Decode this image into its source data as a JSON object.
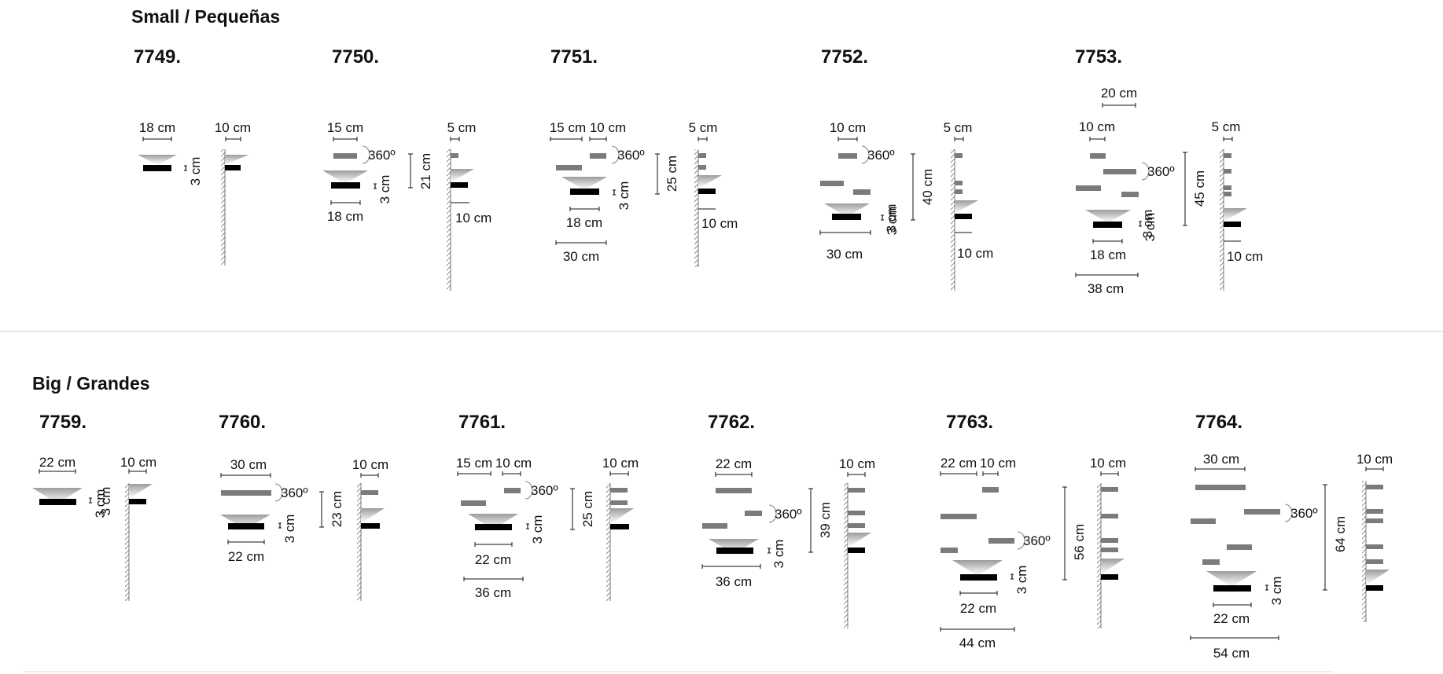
{
  "sections": [
    {
      "title": "Small / Pequeñas",
      "models": [
        {
          "code": "7749.",
          "top_widths": [
            "18 cm"
          ],
          "wall_dim": "10 cm",
          "spacing": "3 cm",
          "base_width": "",
          "total_height": "",
          "footprint_width": "",
          "rotation": "",
          "wall_offset": ""
        },
        {
          "code": "7750.",
          "top_widths": [
            "15 cm"
          ],
          "wall_dim": "5 cm",
          "spacing": "3 cm",
          "base_width": "18 cm",
          "total_height": "21 cm",
          "footprint_width": "",
          "rotation": "360º",
          "wall_offset": "10 cm"
        },
        {
          "code": "7751.",
          "top_widths": [
            "15 cm",
            "10 cm"
          ],
          "wall_dim": "5 cm",
          "spacing": "3 cm",
          "base_width": "18 cm",
          "total_height": "25 cm",
          "footprint_width": "30 cm",
          "rotation": "360º",
          "wall_offset": "10 cm"
        },
        {
          "code": "7752.",
          "top_widths": [
            "10 cm"
          ],
          "wall_dim": "5 cm",
          "spacing": "3 cm",
          "base_width": "",
          "total_height": "40 cm",
          "footprint_width": "30 cm",
          "rotation": "360º",
          "wall_offset": "10 cm"
        },
        {
          "code": "7753.",
          "top_widths": [
            "10 cm"
          ],
          "extra_width": "20 cm",
          "wall_dim": "5 cm",
          "spacing": "3 cm",
          "base_width": "18 cm",
          "total_height": "45 cm",
          "footprint_width": "38 cm",
          "rotation": "360º",
          "wall_offset": "10 cm"
        }
      ]
    },
    {
      "title": "Big / Grandes",
      "models": [
        {
          "code": "7759.",
          "top_widths": [
            "22 cm"
          ],
          "wall_dim": "10 cm",
          "spacing": "3 cm",
          "base_width": "",
          "total_height": "",
          "footprint_width": "",
          "rotation": "",
          "wall_offset": ""
        },
        {
          "code": "7760.",
          "top_widths": [
            "30 cm"
          ],
          "wall_dim": "10 cm",
          "spacing": "3 cm",
          "base_width": "22 cm",
          "total_height": "23 cm",
          "footprint_width": "",
          "rotation": "360º",
          "wall_offset": ""
        },
        {
          "code": "7761.",
          "top_widths": [
            "15 cm",
            "10 cm"
          ],
          "wall_dim": "10 cm",
          "spacing": "3 cm",
          "base_width": "22 cm",
          "total_height": "25 cm",
          "footprint_width": "36 cm",
          "rotation": "360º",
          "wall_offset": ""
        },
        {
          "code": "7762.",
          "top_widths": [
            "22 cm"
          ],
          "wall_dim": "10 cm",
          "spacing": "3 cm",
          "base_width": "",
          "total_height": "39 cm",
          "footprint_width": "36 cm",
          "rotation": "360º",
          "wall_offset": ""
        },
        {
          "code": "7763.",
          "top_widths": [
            "22 cm",
            "10 cm"
          ],
          "wall_dim": "10 cm",
          "spacing": "3 cm",
          "base_width": "22 cm",
          "total_height": "56 cm",
          "footprint_width": "44 cm",
          "rotation": "360º",
          "wall_offset": ""
        },
        {
          "code": "7764.",
          "top_widths": [
            "30 cm"
          ],
          "wall_dim": "10 cm",
          "spacing": "3 cm",
          "base_width": "22 cm",
          "total_height": "64 cm",
          "footprint_width": "54 cm",
          "rotation": "360º",
          "wall_offset": ""
        }
      ]
    }
  ],
  "colors": {
    "shelf": "#7b7b7b",
    "base": "#000000",
    "rotation_text": "#9a9a9a",
    "wall_hatch": "#8a8a8a",
    "divider": "#d8d8d8"
  }
}
